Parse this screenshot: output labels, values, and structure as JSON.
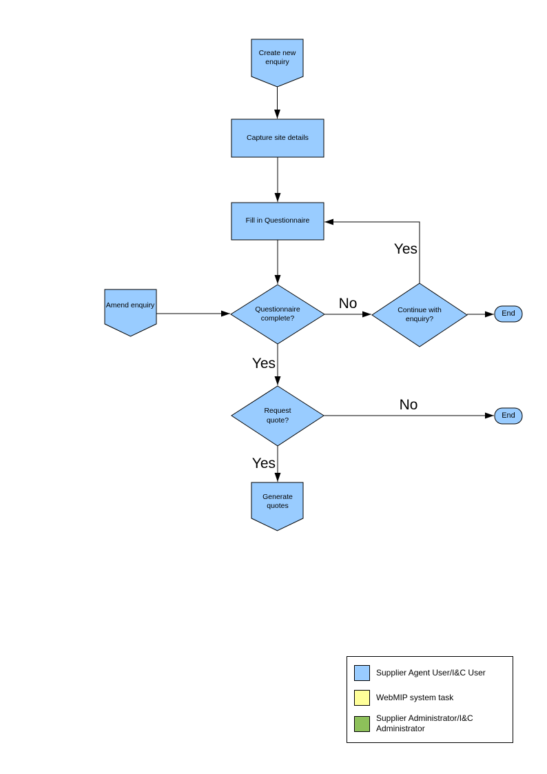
{
  "colors": {
    "node_fill": "#99ccff",
    "node_stroke": "#000000",
    "connector": "#000000",
    "background": "#ffffff"
  },
  "flowchart": {
    "nodes": {
      "create_enquiry": {
        "label": "Create new enquiry"
      },
      "capture_site_details": {
        "label": "Capture site details"
      },
      "fill_in_questionnaire": {
        "label": "Fill in Questionnaire"
      },
      "amend_enquiry": {
        "label": "Amend enquiry"
      },
      "questionnaire_complete": {
        "label": "Questionnaire complete?"
      },
      "continue_with_enquiry": {
        "label": "Continue with enquiry?"
      },
      "end_after_continue": {
        "label": "End"
      },
      "request_quote": {
        "label": "Request quote?"
      },
      "end_after_request": {
        "label": "End"
      },
      "generate_quotes": {
        "label": "Generate quotes"
      }
    },
    "edge_labels": {
      "questionnaire_no": "No",
      "continue_yes": "Yes",
      "questionnaire_yes": "Yes",
      "request_no": "No",
      "request_yes": "Yes"
    }
  },
  "legend": {
    "items": [
      {
        "label": "Supplier Agent User/I&C User",
        "color": "#99ccff"
      },
      {
        "label": "WebMIP system task",
        "color": "#ffff99"
      },
      {
        "label": "Supplier Administrator/I&C Administrator",
        "color": "#8dc05a"
      }
    ]
  }
}
